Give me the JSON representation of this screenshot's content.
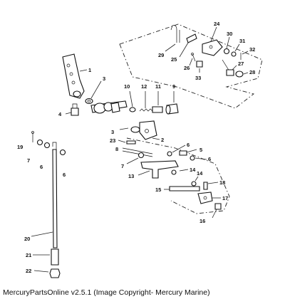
{
  "caption": "MercuryPartsOnline v2.5.1 (Image Copyright- Mercury Marine)",
  "callouts": [
    "1",
    "2",
    "3",
    "3",
    "4",
    "5",
    "6",
    "6",
    "6",
    "6",
    "7",
    "7",
    "8",
    "9",
    "10",
    "11",
    "12",
    "13",
    "14",
    "14",
    "15",
    "16",
    "17",
    "18",
    "19",
    "20",
    "21",
    "22",
    "23",
    "24",
    "25",
    "26",
    "27",
    "28",
    "29",
    "30",
    "31",
    "32",
    "33"
  ]
}
